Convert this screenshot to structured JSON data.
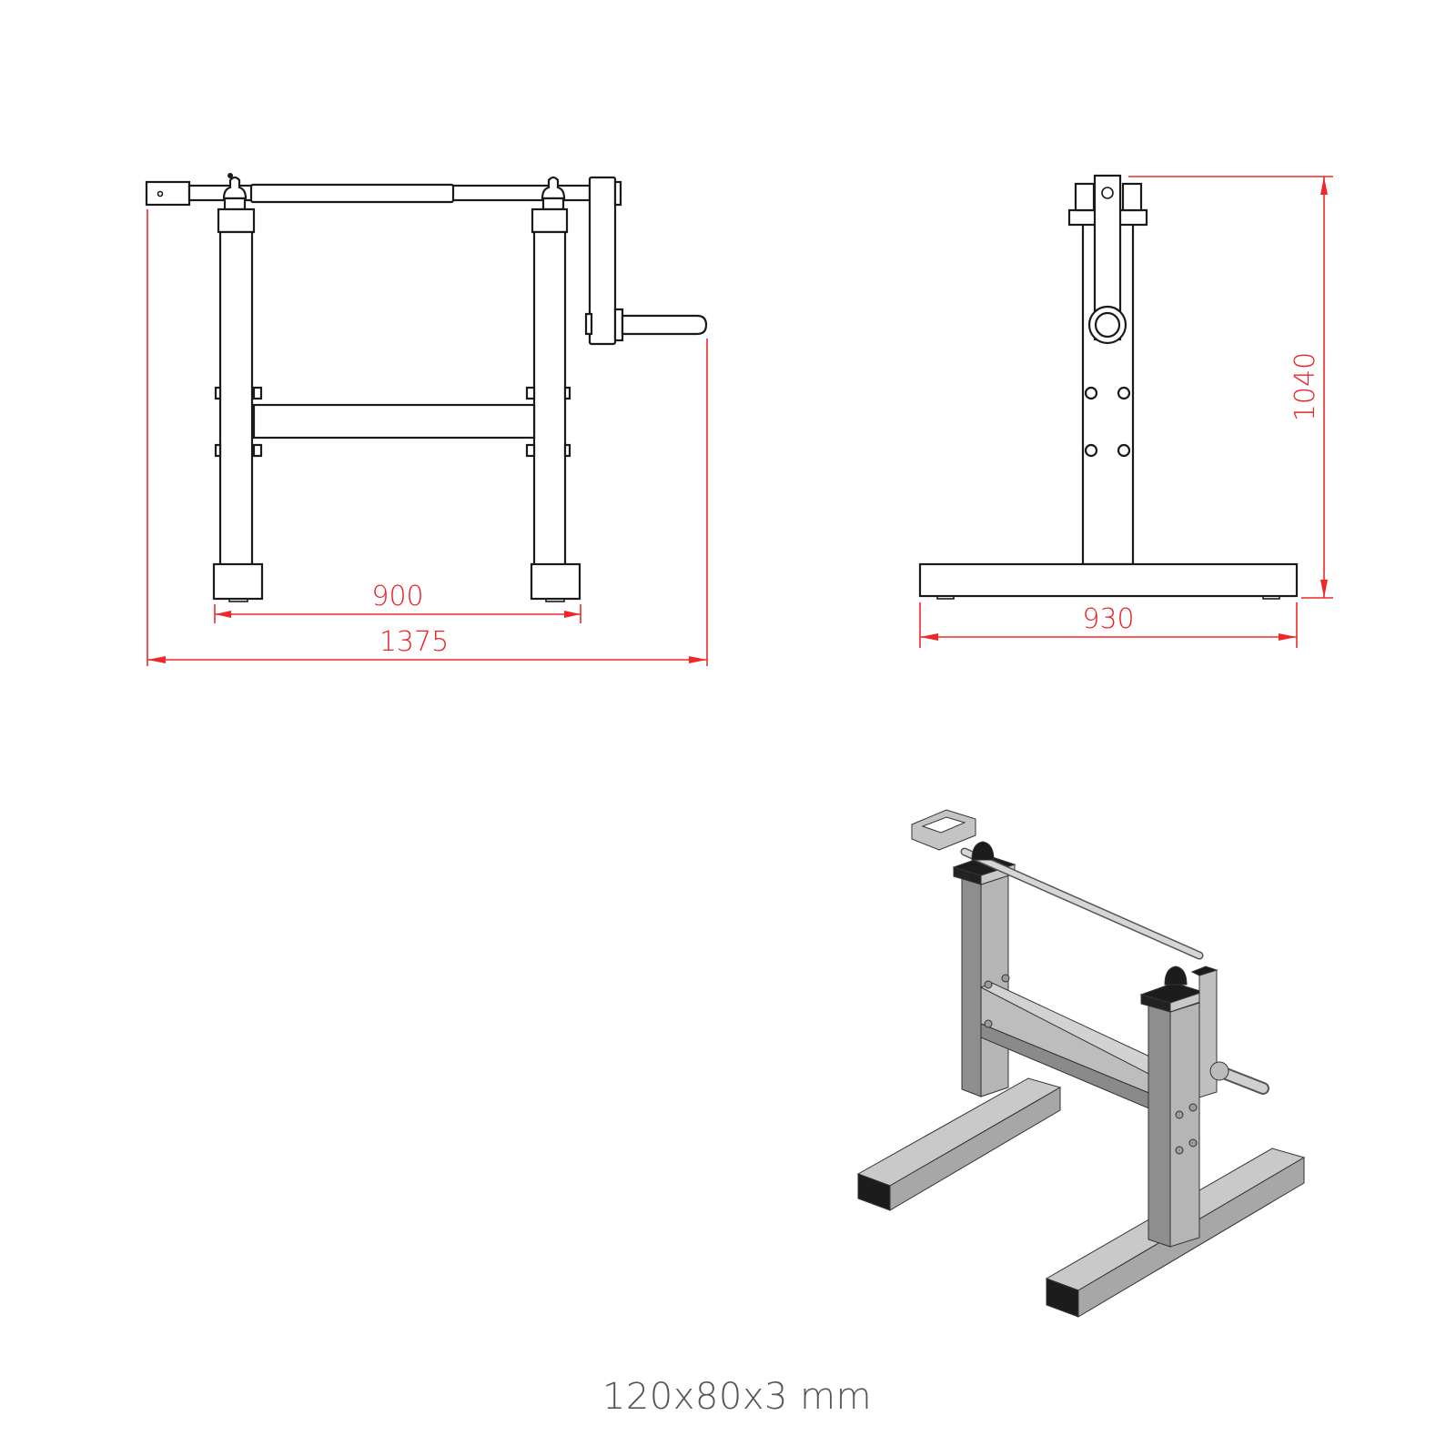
{
  "drawing": {
    "front_view": {
      "dimensions": {
        "foot_spacing": "900",
        "overall_width": "1375"
      }
    },
    "side_view": {
      "dimensions": {
        "base_length": "930",
        "overall_height": "1040"
      }
    },
    "iso_view": {
      "label": "isometric-view"
    },
    "caption": "120x80x3 mm"
  },
  "colors": {
    "dimension": "#f02828",
    "outline": "#1a1a1a",
    "caption": "#555555",
    "metal_light": "#c8c8c8",
    "metal_mid": "#a9a9a9",
    "metal_dark": "#7a7a7a",
    "endcap": "#1c1c1c"
  }
}
